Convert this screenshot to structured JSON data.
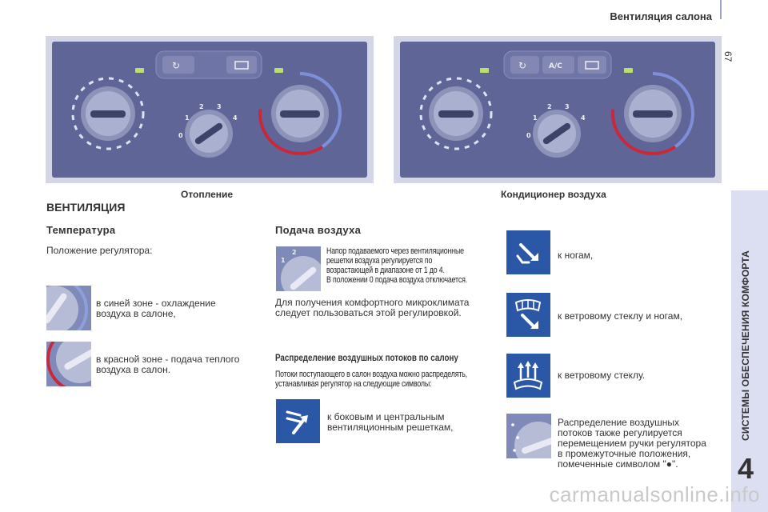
{
  "header": {
    "title": "Вентиляция салона",
    "page_number": "67"
  },
  "sidebar": {
    "label": "СИСТЕМЫ ОБЕСПЕЧЕНИЯ КОМФОРТА",
    "chapter": "4"
  },
  "panels": {
    "heating_caption": "Отопление",
    "ac_caption": "Кондиционер воздуха",
    "ac_button_label": "A/C",
    "fan_positions": [
      "0",
      "1",
      "2",
      "3",
      "4"
    ]
  },
  "section_title": "ВЕНТИЛЯЦИЯ",
  "temperature": {
    "title": "Температура",
    "intro": "Положение регулятора:",
    "blue_zone": [
      "в синей зоне - охлаждение",
      "воздуха в салоне,"
    ],
    "red_zone": [
      "в красной зоне - подача теплого",
      "воздуха в салон."
    ]
  },
  "air_supply": {
    "title": "Подача воздуха",
    "note": [
      "Напор подаваемого через вентиляционные",
      "решетки воздуха регулируется по",
      "возрастающей в диапазоне от 1 до 4.",
      "В положении 0 подача воздуха отключается."
    ],
    "comfort": [
      "Для получения комфортного микроклимата",
      "следует пользоваться этой регулировкой."
    ]
  },
  "distribution": {
    "title": "Распределение воздушных потоков по салону",
    "note": [
      "Потоки поступающего в салон воздуха можно распределять,",
      "устанавливая регулятор на следующие символы:"
    ],
    "side_center": [
      "к боковым и центральным",
      "вентиляционным решеткам,"
    ],
    "feet": "к ногам,",
    "windscreen_feet": "к ветровому стеклу и ногам,",
    "windscreen": "к ветровому стеклу.",
    "intermediate": [
      "Распределение воздушных",
      "потоков также регулируется",
      "перемещением ручки регулятора",
      "в промежуточные положения,",
      "помеченные символом \"●\"."
    ]
  },
  "watermark": "carmanualsonline.info",
  "colors": {
    "panel": "#5f6597",
    "icon_tile": "#2a58a6",
    "sidebar": "#dcdff1",
    "cold": "#7d8fd8",
    "hot": "#c8283a",
    "led": "#b8e06a"
  }
}
